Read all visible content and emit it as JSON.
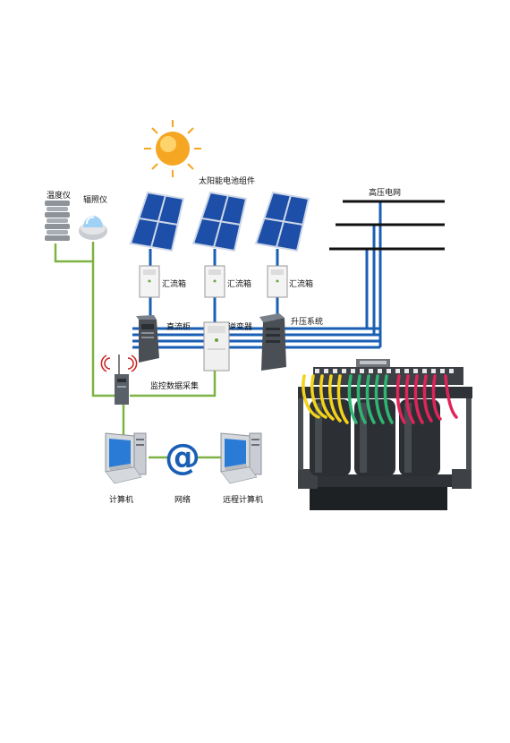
{
  "labels": {
    "solar_modules": "太阳能电池组件",
    "thermometer": "温度仪",
    "irradiance_meter": "辐照仪",
    "combiner_1": "汇流箱",
    "combiner_2": "汇流箱",
    "combiner_3": "汇流箱",
    "dc_cabinet": "直流柜",
    "inverter": "逆变器",
    "boost_system": "升压系统",
    "high_voltage_grid": "高压电网",
    "monitoring": "监控数据采集",
    "computer": "计算机",
    "network": "网络",
    "remote_computer": "远程计算机",
    "at_symbol": "@"
  },
  "colors": {
    "power_line": "#1a5fb4",
    "signal_line": "#7cb342",
    "panel_blue": "#1d4fa8",
    "sun": "#f5a623",
    "grid_line": "#111111"
  }
}
